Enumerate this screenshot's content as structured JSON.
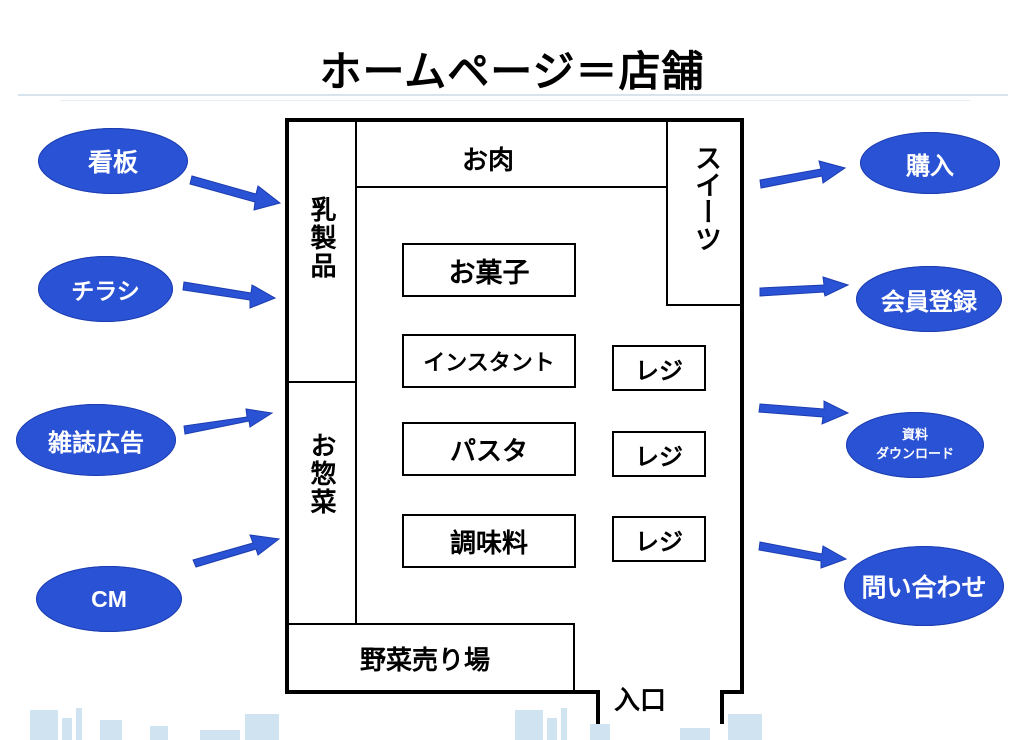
{
  "title": "ホームページ＝店舗",
  "left_ovals": [
    "看板",
    "チラシ",
    "雑誌広告",
    "CM"
  ],
  "right_ovals": {
    "buy": "購入",
    "register": "会員登録",
    "download_line1": "資料",
    "download_line2": "ダウンロード",
    "inquiry": "問い合わせ"
  },
  "store": {
    "meat": "お肉",
    "dairy": "乳製品",
    "sweets": "スイーツ",
    "deli": "お惣菜",
    "vegetables": "野菜売り場",
    "entrance": "入口",
    "aisles": [
      "お菓子",
      "インスタント",
      "パスタ",
      "調味料"
    ],
    "registers": [
      "レジ",
      "レジ",
      "レジ"
    ]
  },
  "colors": {
    "oval_fill": "#2a52d4",
    "arrow_fill": "#2a52d4",
    "deco": "#cfe3f1"
  }
}
